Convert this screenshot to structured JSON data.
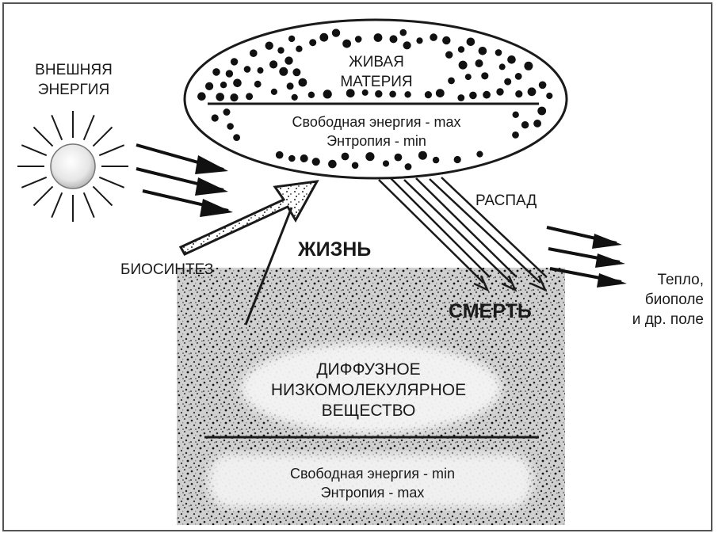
{
  "colors": {
    "ink": "#1a1a1a",
    "outline": "#555555",
    "dot": "#111111",
    "sun_core": "#e9e9e9"
  },
  "labels": {
    "external_energy": [
      "ВНЕШНЯЯ",
      "ЭНЕРГИЯ"
    ],
    "living_matter": [
      "ЖИВАЯ",
      "МАТЕРИЯ"
    ],
    "living_free_energy": "Свободная энергия - max",
    "living_entropy": "Энтропия - min",
    "decay": "РАСПАД",
    "biosynthesis": "БИОСИНТЕЗ",
    "life": "ЖИЗНЬ",
    "death": "СМЕРТЬ",
    "heat": [
      "Тепло,",
      "биополе",
      "и др. поле"
    ],
    "diffuse_matter": [
      "ДИФФУЗНОЕ",
      "НИЗКОМОЛЕКУЛЯРНОЕ",
      "ВЕЩЕСТВО"
    ],
    "soup_free_energy": "Свободная энергия - min",
    "soup_entropy": "Энтропия - max"
  },
  "icons": {
    "sun": "sun-icon",
    "energy_arrows": "arrow-right-icon",
    "death_arrows": "arrow-down-right-icon",
    "life_arrow": "arrow-up-right-icon"
  }
}
